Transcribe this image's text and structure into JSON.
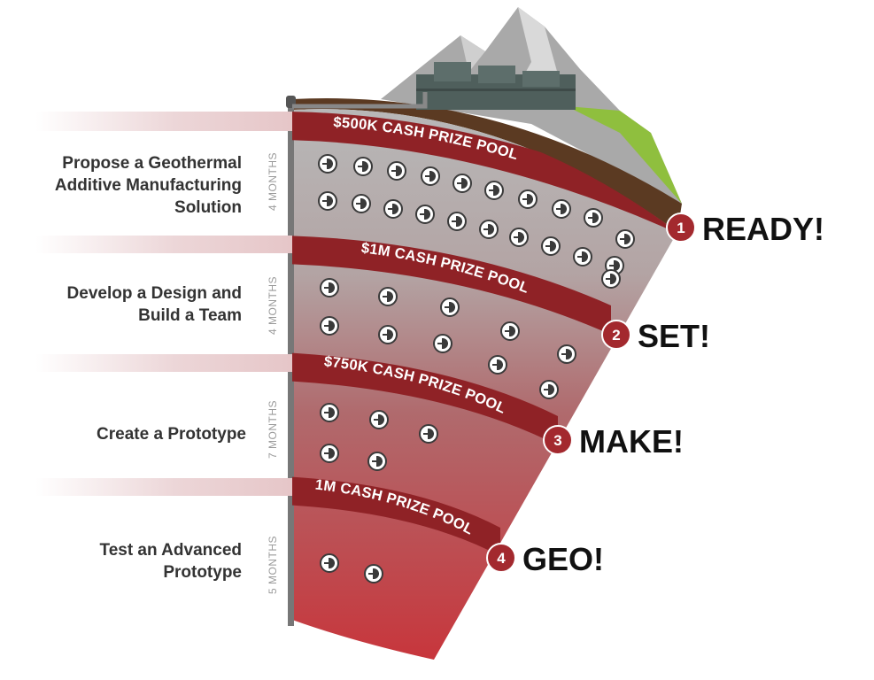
{
  "stages": [
    {
      "label_lines": [
        "Propose a Geothermal",
        "Additive Manufacturing",
        "Solution"
      ],
      "duration": "4 MONTHS",
      "prize": "$500K CASH PRIZE POOL",
      "phase_number": "1",
      "phase_word": "READY!",
      "competitors": 21
    },
    {
      "label_lines": [
        "Develop a Design and",
        "Build a Team"
      ],
      "duration": "4 MONTHS",
      "prize": "$1M CASH PRIZE POOL",
      "phase_number": "2",
      "phase_word": "SET!",
      "competitors": 10
    },
    {
      "label_lines": [
        "Create a Prototype"
      ],
      "duration": "7 MONTHS",
      "prize": "$750K CASH PRIZE POOL",
      "phase_number": "3",
      "phase_word": "MAKE!",
      "competitors": 5
    },
    {
      "label_lines": [
        "Test an Advanced",
        "Prototype"
      ],
      "duration": "5 MONTHS",
      "prize": "$1M CASH PRIZE POOL",
      "phase_number": "4",
      "phase_word": "GEO!",
      "competitors": 2
    }
  ],
  "colors": {
    "accent_red": "#a3292e",
    "band_red": "#8f2226",
    "rock_gray": "#bcbcbc",
    "lava_red": "#c8353b",
    "mountain": "#a8a8a8",
    "grass": "#8fbf3e",
    "soil": "#5b3a22",
    "building": "#4f5f5c"
  },
  "icons": {
    "competitor": "geothermal-team-icon",
    "building": "power-plant-icon",
    "mountain": "mountain-icon"
  }
}
